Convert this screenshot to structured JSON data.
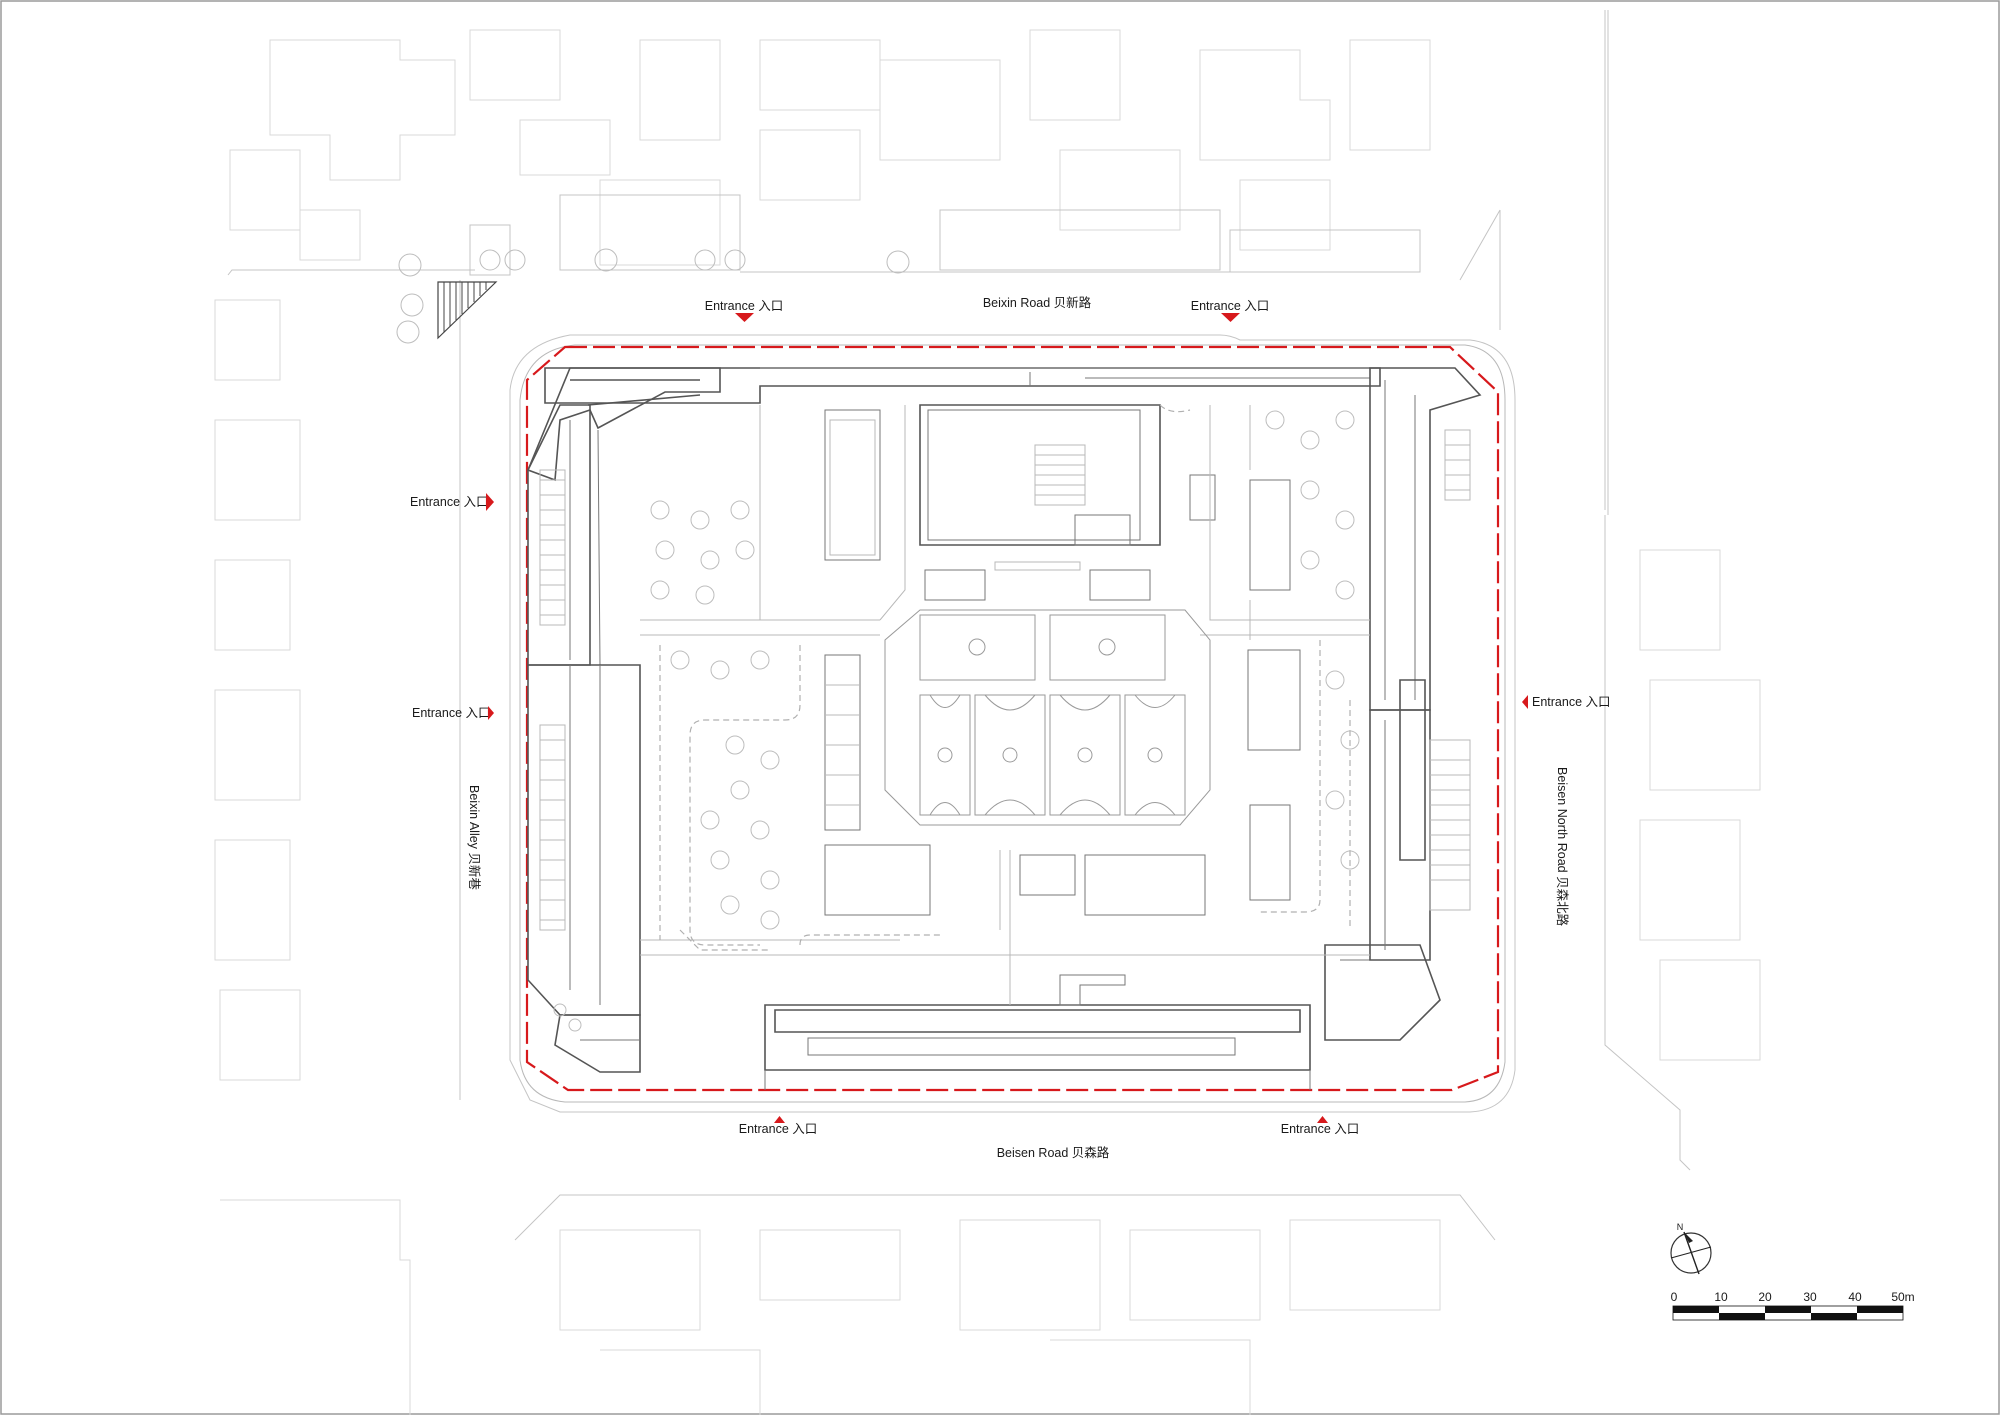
{
  "roads": {
    "north": "Beixin Road 贝新路",
    "south": "Beisen Road 贝森路",
    "west": "Beixin Alley  贝新巷",
    "east": "Beisen North Road  贝森北路"
  },
  "entrances": [
    {
      "id": "north-1",
      "label": "Entrance 入口",
      "direction": "down"
    },
    {
      "id": "north-2",
      "label": "Entrance 入口",
      "direction": "down"
    },
    {
      "id": "west-1",
      "label": "Entrance 入口",
      "direction": "right"
    },
    {
      "id": "west-2",
      "label": "Entrance 入口",
      "direction": "right"
    },
    {
      "id": "east-1",
      "label": "Entrance 入口",
      "direction": "left"
    },
    {
      "id": "south-1",
      "label": "Entrance 入口",
      "direction": "up"
    },
    {
      "id": "south-2",
      "label": "Entrance 入口",
      "direction": "up"
    }
  ],
  "compass": {
    "label": "N"
  },
  "scale_bar": {
    "ticks": [
      "0",
      "10",
      "20",
      "30",
      "40",
      "50m"
    ]
  },
  "colors": {
    "site_boundary": "#d7191c",
    "entrance_arrow": "#d7191c",
    "linework": "#555555"
  }
}
